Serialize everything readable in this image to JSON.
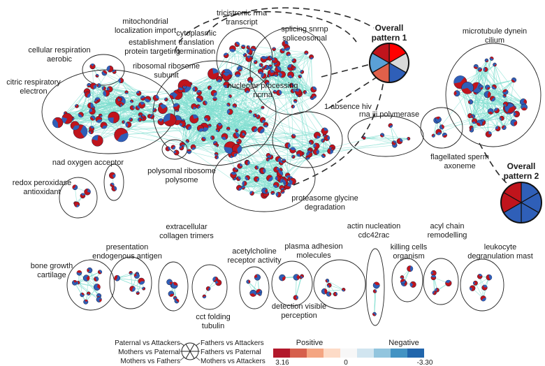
{
  "labels": {
    "mitochondrial": [
      "mitochondrial",
      "localization import"
    ],
    "cellular_respiration": [
      "cellular respiration",
      "aerobic"
    ],
    "citric": [
      "citric respiratory",
      "electron"
    ],
    "establishment": [
      "establishment",
      "protein targeting"
    ],
    "cytoplasmic": [
      "cytoplasmic",
      "translation",
      "termination"
    ],
    "ribosomal": [
      "ribosomal ribosome",
      "subunit"
    ],
    "tricistronic": [
      "tricistronic rrna",
      "transcript"
    ],
    "splicing": [
      "splicing snrnp",
      "spliceosomal"
    ],
    "nucleolar": [
      "nucleolar processing",
      "ncrna"
    ],
    "absence": [
      "1 absence hiv"
    ],
    "rna_pol": [
      "rna iii polymerase"
    ],
    "microtubule": [
      "microtubule dynein",
      "cilium"
    ],
    "flagellated": [
      "flagellated sperm",
      "axoneme"
    ],
    "nad": [
      "nad oxygen acceptor"
    ],
    "polysomal": [
      "polysomal ribosome",
      "polysome"
    ],
    "redox": [
      "redox peroxidase",
      "antioxidant"
    ],
    "proteasome": [
      "proteasome glycine",
      "degradation"
    ],
    "extracellular": [
      "extracellular",
      "collagen trimers"
    ],
    "presentation": [
      "presentation",
      "endogenous antigen"
    ],
    "bone": [
      "bone growth",
      "cartilage"
    ],
    "acetylcholine": [
      "acetylcholine",
      "receptor activity"
    ],
    "actin": [
      "actin nucleation",
      "cdc42rac"
    ],
    "plasma": [
      "plasma adhesion",
      "molecules"
    ],
    "acyl": [
      "acyl chain",
      "remodelling"
    ],
    "killing": [
      "killing cells",
      "organism"
    ],
    "leukocyte": [
      "leukocyte",
      "degranulation mast"
    ],
    "cct": [
      "cct folding",
      "tubulin"
    ],
    "detection": [
      "detection visible",
      "perception"
    ]
  },
  "patterns": [
    {
      "title": [
        "Overall",
        "pattern 1"
      ],
      "slices": [
        "#ff0000",
        "#d9d9d9",
        "#2f5fb8",
        "#e0604a",
        "#5aa0d6",
        "#c0141c"
      ],
      "slice_ids": [
        "slice-1",
        "slice-2",
        "slice-3",
        "slice-4",
        "slice-5",
        "slice-6"
      ]
    },
    {
      "title": [
        "Overall",
        "pattern 2"
      ],
      "slices": [
        "#2f5fb8",
        "#2f5fb8",
        "#2f5fb8",
        "#2f5fb8",
        "#c0141c",
        "#c0141c"
      ],
      "slice_ids": [
        "slice-1",
        "slice-2",
        "slice-3",
        "slice-4",
        "slice-5",
        "slice-6"
      ]
    }
  ],
  "legend": {
    "comparisons_left": [
      "Paternal vs Attackers",
      "Mothers vs Paternal",
      "Mothers vs Fathers"
    ],
    "comparisons_right": [
      "Fathers vs Attackers",
      "Fathers vs Paternal",
      "Mothers vs Attackers"
    ],
    "positive_label": "Positive",
    "negative_label": "Negative",
    "max_value": "3.16",
    "zero_value": "0",
    "min_value": "-3.30",
    "scale_colors": [
      "#b2182b",
      "#d6604d",
      "#f4a582",
      "#fddbc7",
      "#f7f7f7",
      "#d1e5f0",
      "#92c5de",
      "#4393c3",
      "#2166ac"
    ]
  },
  "colors": {
    "edge": "#7fded0",
    "red_node": "#c0141c",
    "blue_node": "#2f5fb8",
    "outline": "#222222"
  }
}
